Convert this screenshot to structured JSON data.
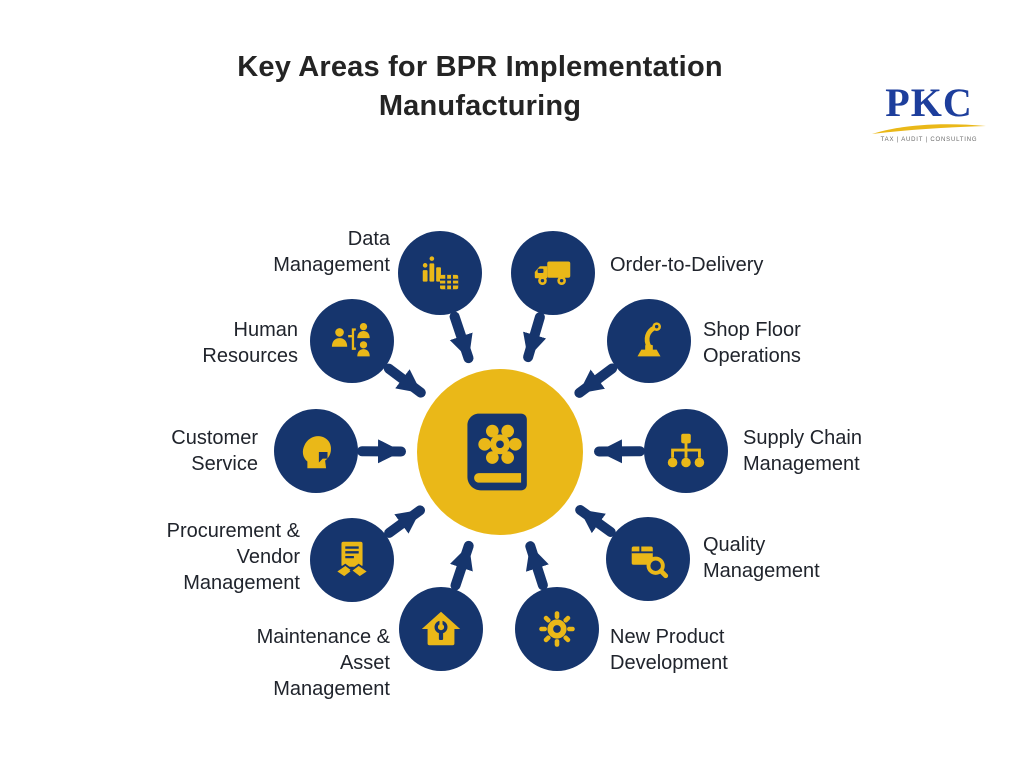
{
  "title": "Key Areas for BPR Implementation\nManufacturing",
  "logo": {
    "text": "PKC",
    "caption": "TAX | AUDIT | CONSULTING"
  },
  "colors": {
    "navy": "#16356d",
    "yellow": "#eab818",
    "text": "#20242c",
    "logo_blue": "#1d3e9c"
  },
  "center": {
    "icon": "book-gear-icon"
  },
  "nodes": [
    {
      "label": "Data\nManagement",
      "icon": "bar-chart-table-icon"
    },
    {
      "label": "Order-to-Delivery",
      "icon": "truck-icon"
    },
    {
      "label": "Shop Floor\nOperations",
      "icon": "robotic-arm-icon"
    },
    {
      "label": "Supply Chain\nManagement",
      "icon": "network-icon"
    },
    {
      "label": "Quality\nManagement",
      "icon": "box-magnifier-icon"
    },
    {
      "label": "New Product\nDevelopment",
      "icon": "gear-icon"
    },
    {
      "label": "Maintenance &\nAsset\nManagement",
      "icon": "house-wrench-icon"
    },
    {
      "label": "Procurement &\nVendor\nManagement",
      "icon": "contract-handshake-icon"
    },
    {
      "label": "Customer\nService",
      "icon": "customer-head-icon"
    },
    {
      "label": "Human\nResources",
      "icon": "people-org-icon"
    }
  ]
}
